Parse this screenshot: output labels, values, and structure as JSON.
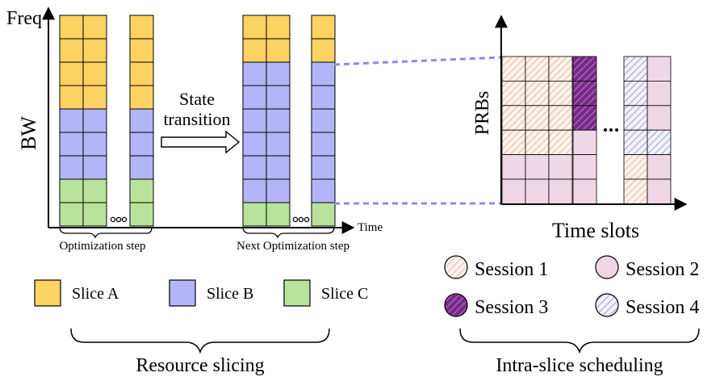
{
  "left_axes": {
    "y_label": "Freq",
    "x_label": "Time",
    "bw_label": "BW"
  },
  "arrow": {
    "line1": "State",
    "line2": "transition"
  },
  "steps": {
    "step1": "Optimization step",
    "step2": "Next Optimization step"
  },
  "slices": [
    {
      "label": "Slice A",
      "color": "#fcd262"
    },
    {
      "label": "Slice B",
      "color": "#b4b4f8"
    },
    {
      "label": "Slice C",
      "color": "#b7e39a"
    }
  ],
  "section_labels": {
    "left": "Resource slicing",
    "right": "Intra-slice scheduling"
  },
  "right_axes": {
    "y_label": "PRBs",
    "x_label": "Time slots"
  },
  "sessions": [
    {
      "label": "Session 1",
      "pattern": "peach-hatch"
    },
    {
      "label": "Session 2",
      "pattern": "pink-solid"
    },
    {
      "label": "Session 3",
      "pattern": "purple-hatch"
    },
    {
      "label": "Session 4",
      "pattern": "lavender-hatch"
    }
  ],
  "colors": {
    "dashed_link": "#8a8af0",
    "session2_fill": "#f0d7e6",
    "session3_fill": "#7a2a8a"
  }
}
